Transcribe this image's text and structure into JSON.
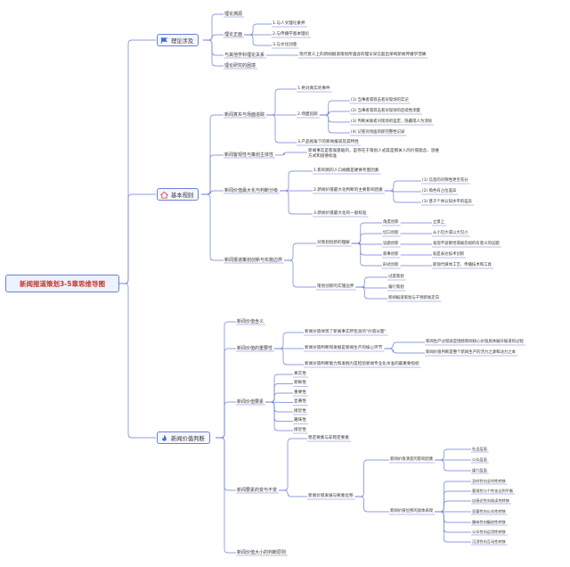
{
  "root": "新闻报道策划3-5章思维导图",
  "branches": {
    "theory": {
      "label": "理论涉及",
      "items": {
        "a": "理论溯源",
        "b": "理论正面",
        "b1": "1.与人文理论素养",
        "b2": "2.与传播学基本理论",
        "b3": "3.与文化创意",
        "c": "与其他学科理论关系",
        "c1": "现代意义上的新闻报道策划所蕴含的理论早已超出单纯新闻传播学范畴",
        "d": "理论研究的困境"
      }
    },
    "rules": {
      "label": "基本规则",
      "items": {
        "a": "新闻真实与场面追踪",
        "a1": "1.绝对真实的事件",
        "a2": "2.场面追踪",
        "a2_1": "(1) 当事者或目击者对现场的实记",
        "a2_2": "(2) 当事者或目击者对现场的连续性测量",
        "a2_3": "(3) 判断关联者对现场的鉴定，隐藏或人为消除",
        "a2_4": "(4) 记者对场面的即完整性记录",
        "a3": "3.产品视角下的新闻报道及其特性",
        "b": "新闻客观性与策划主体性",
        "b1": "新闻事实是客观基础的，是存在于策划人式其是那关人的价值观念、思维方式和道德标准",
        "c": "新闻价值最大化与判断分级",
        "c1": "1.影响到的人口规模是硬要考量因素",
        "c2": "2.新闻价值最大化判断的主要影响因素",
        "c2_1": "(1) 信息的对称性更否充分",
        "c2_2": "(2) 角色有占位差异",
        "c2_3": "(3) 基于个体认知水平的差异",
        "c3": "3.新闻价值最大化的一般标准",
        "d": "新闻报道策划创新与实施边界",
        "d1": "对策划创新的理解",
        "d1_a": "角度创新",
        "d1_a1": "立意上",
        "d1_b": "切口创新",
        "d1_b1": "从小见大或以大见小",
        "d1_c": "议题创新",
        "d1_c1": "发现不容察觉或被忽视的有意义的议题",
        "d1_d": "叙事创新",
        "d1_d1": "就是表达技术创新",
        "d1_e": "形式创新",
        "d1_e1": "即现代媒体工艺、传播技术和工具",
        "d2": "策划创新的实施边界",
        "d2_1": "过度策划",
        "d2_2": "偏行策划",
        "d2_3": "新闻报道策划与干预新闻走向"
      }
    },
    "value": {
      "label": "新闻价值判断",
      "items": {
        "a": "新闻价值含义",
        "b": "新闻价值的重要性",
        "b1": "新闻价值体现了新闻事实所包含的\"价值分量\"",
        "b2": "新闻价值判断和发掘是新闻生产的核心环节",
        "b2_1": "新闻生产过程就是围绕新闻核心价值具体展开报道的过程",
        "b2_2": "新闻价值判断是整个新闻生产的活力之源和动力之本",
        "b3": "新闻价值判断能力和发掘力是检验新闻专业化水准的最重要指标",
        "c": "新闻价值要素",
        "c1": "真实性",
        "c2": "新鲜性",
        "c3": "重要性",
        "c4": "显著性",
        "c5": "接近性",
        "c6": "趣味性",
        "c7": "接近性",
        "d": "新闻要素的变与不变",
        "d1": "稳定要素与非稳定要素",
        "d2": "新闻价值发展与要素位移",
        "d2_1": "新闻价值演变的影响因素",
        "d2_1a": "社会层面",
        "d2_1b": "公众层面",
        "d2_1c": "媒介层面",
        "d2_2": "新闻价值位移的具体表现",
        "d2_2a": "及时性向全时性转移",
        "d2_2b": "客观性与个性化达到平衡",
        "d2_2c": "自接近性向陪读性转移",
        "d2_2d": "显著性向公众性转移",
        "d2_2e": "趣味性向编创性转移",
        "d2_2f": "公众性向运用性转移",
        "d2_2g": "沉浸性向互动性转移",
        "e": "新闻价值大小的判断原则"
      }
    }
  },
  "colors": {
    "wire": "#6b7fd7",
    "accent": "#c0392b",
    "icon_blue": "#3b6fd8",
    "icon_red": "#d9534f"
  },
  "icons": {
    "theory": "flag-icon",
    "rules": "home-icon",
    "value": "flame-icon"
  }
}
